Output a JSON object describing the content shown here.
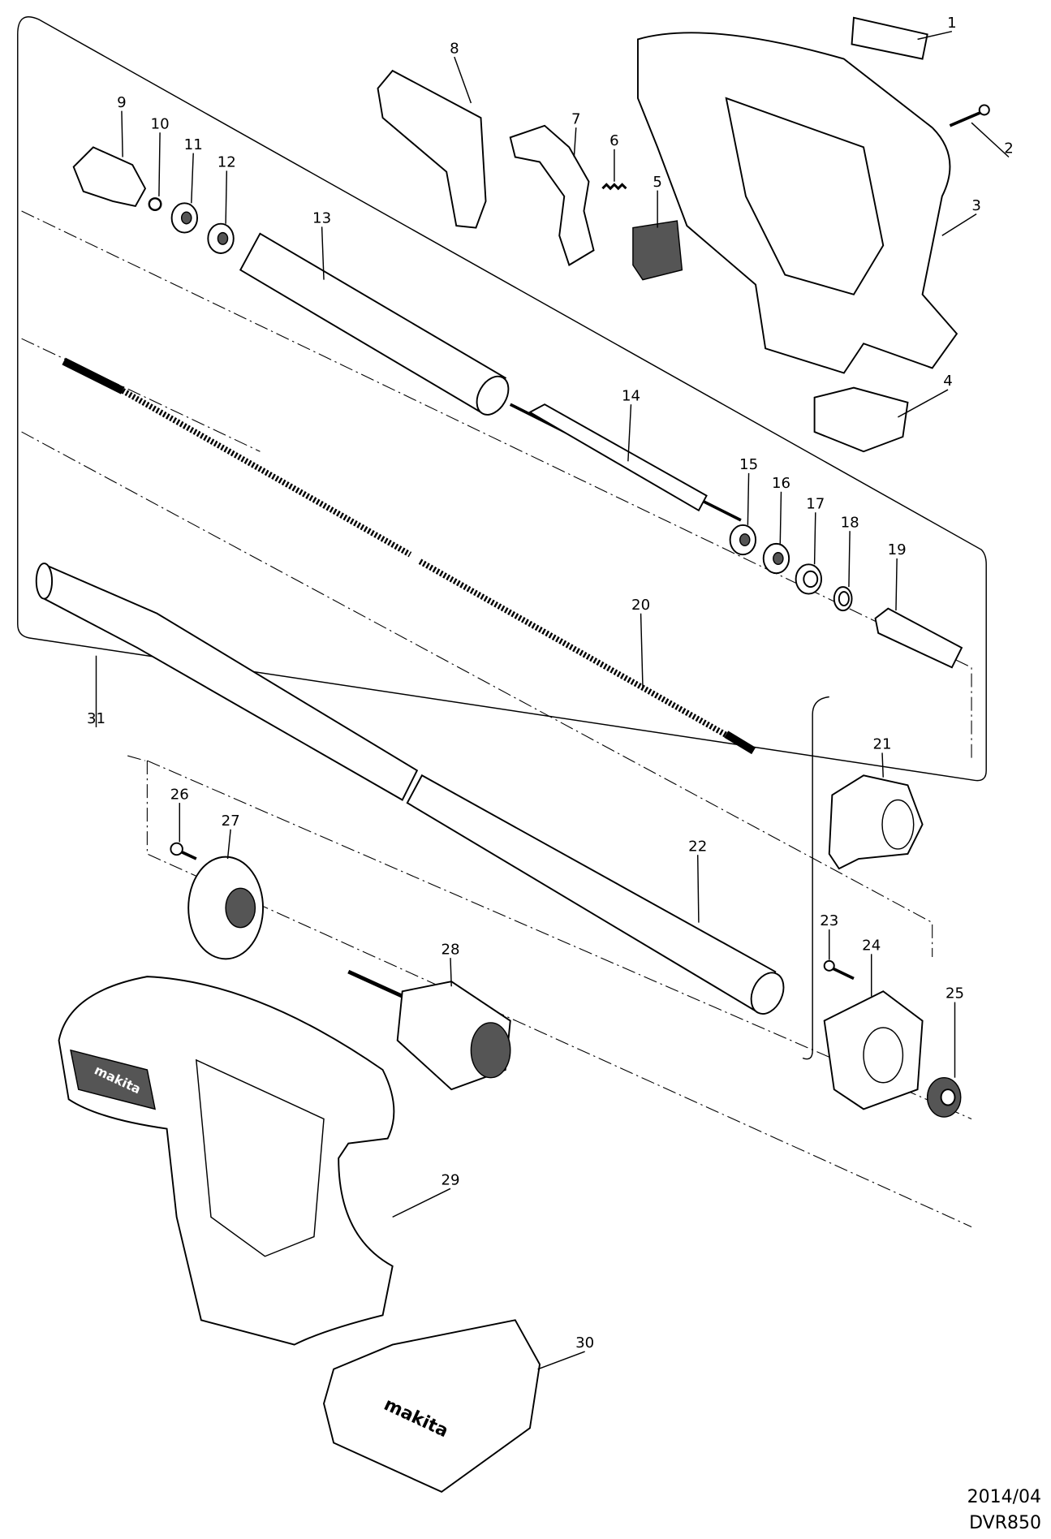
{
  "diagram": {
    "part_labels": [
      "1",
      "2",
      "3",
      "4",
      "5",
      "6",
      "7",
      "8",
      "9",
      "10",
      "11",
      "12",
      "13",
      "14",
      "15",
      "16",
      "17",
      "18",
      "19",
      "20",
      "21",
      "22",
      "23",
      "24",
      "25",
      "26",
      "27",
      "28",
      "29",
      "30",
      "31"
    ],
    "brand_marking": "makita"
  },
  "footer": {
    "date": "2014/04",
    "model": "DVR850"
  }
}
